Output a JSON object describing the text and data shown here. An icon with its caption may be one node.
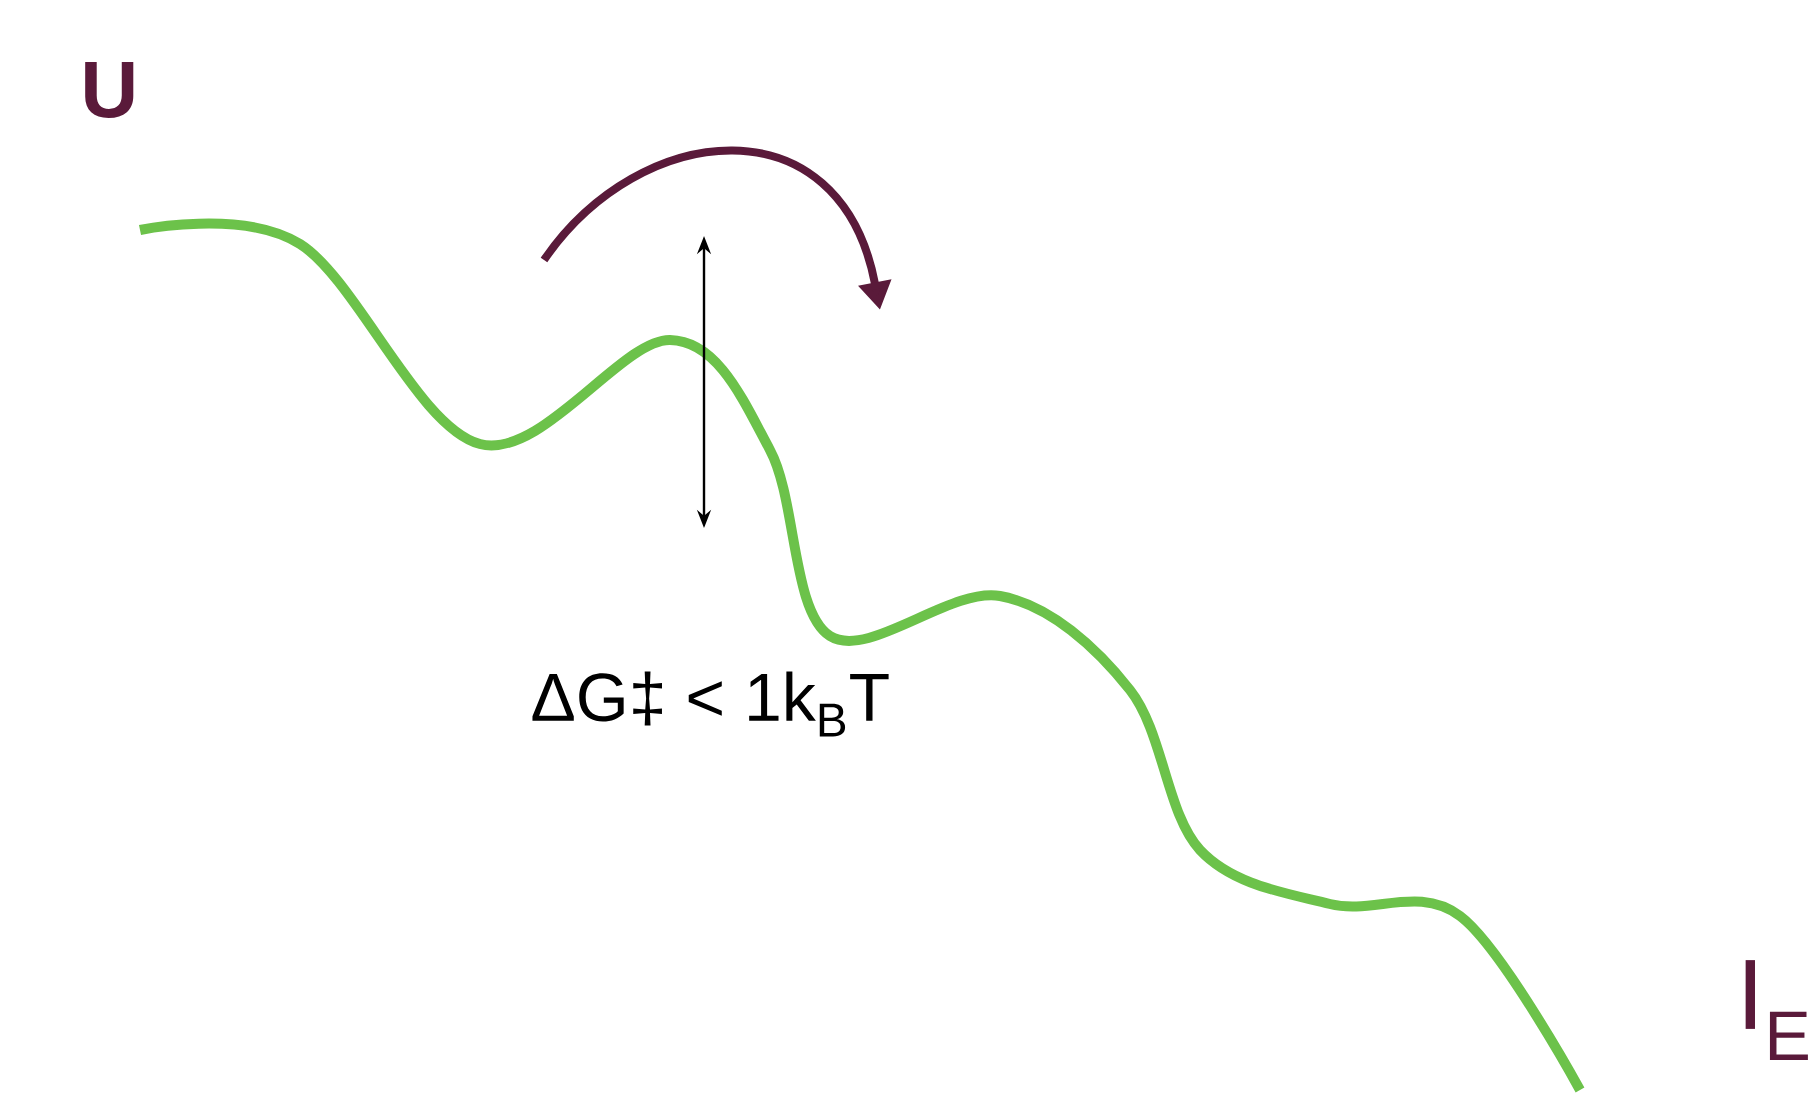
{
  "diagram": {
    "labels": [
      "U",
      "I$_{E}$",
      "ΔG‡ < 1k$_{B}$T"
    ]
  }
}
